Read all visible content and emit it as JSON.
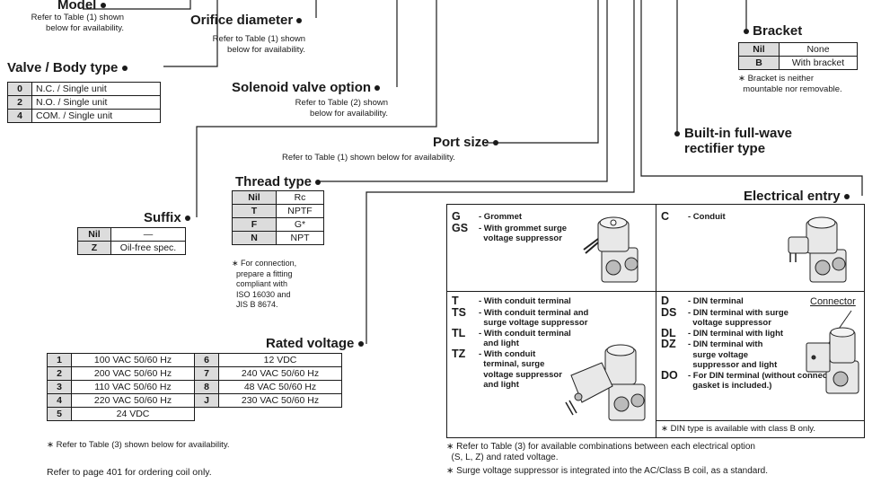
{
  "model": {
    "title": "Model",
    "note": "Refer to Table (1) shown\nbelow for availability."
  },
  "orifice": {
    "title": "Orifice diameter",
    "note": "Refer to Table (1) shown\nbelow for availability."
  },
  "valve_body": {
    "title": "Valve / Body type",
    "rows": [
      [
        "0",
        "N.C. / Single unit"
      ],
      [
        "2",
        "N.O. / Single unit"
      ],
      [
        "4",
        "COM. / Single unit"
      ]
    ]
  },
  "solenoid": {
    "title": "Solenoid valve option",
    "note": "Refer to Table (2) shown\nbelow for availability."
  },
  "port_size": {
    "title": "Port size",
    "note": "Refer to Table (1) shown below for availability."
  },
  "suffix": {
    "title": "Suffix",
    "rows": [
      [
        "Nil",
        "—"
      ],
      [
        "Z",
        "Oil-free spec."
      ]
    ]
  },
  "thread": {
    "title": "Thread type",
    "rows": [
      [
        "Nil",
        "Rc"
      ],
      [
        "T",
        "NPTF"
      ],
      [
        "F",
        "G*"
      ],
      [
        "N",
        "NPT"
      ]
    ],
    "note": "∗ For connection,\n  prepare a fitting\n  compliant with\n  ISO 16030 and\n  JIS B 8674."
  },
  "bracket": {
    "title": "Bracket",
    "rows": [
      [
        "Nil",
        "None"
      ],
      [
        "B",
        "With bracket"
      ]
    ],
    "note": "∗ Bracket is neither\n  mountable nor removable."
  },
  "rectifier": {
    "title": "Built-in full-wave\nrectifier type"
  },
  "electrical": {
    "title": "Electrical entry",
    "cell_a": [
      {
        "code": "G",
        "label": "- Grommet"
      },
      {
        "code": "GS",
        "label": "- With grommet surge\n  voltage suppressor"
      }
    ],
    "cell_b": [
      {
        "code": "C",
        "label": "- Conduit"
      }
    ],
    "cell_c": [
      {
        "code": "T",
        "label": "- With conduit terminal"
      },
      {
        "code": "TS",
        "label": "- With conduit terminal and\n  surge voltage suppressor"
      },
      {
        "code": "TL",
        "label": "- With conduit terminal\n  and light"
      },
      {
        "code": "TZ",
        "label": "- With conduit\n  terminal, surge\n  voltage suppressor\n  and light"
      }
    ],
    "cell_d": [
      {
        "code": "D",
        "label": "- DIN terminal"
      },
      {
        "code": "DS",
        "label": "- DIN terminal with surge\n  voltage suppressor"
      },
      {
        "code": "DL",
        "label": "- DIN terminal with light"
      },
      {
        "code": "DZ",
        "label": "- DIN terminal with\n  surge voltage\n  suppressor and light"
      },
      {
        "code": "DO",
        "label": "- For DIN terminal (without connector,\n  gasket is included.)"
      }
    ],
    "connector": "Connector",
    "din_note": "∗ DIN type is available with class B only."
  },
  "rated_voltage": {
    "title": "Rated voltage",
    "rows": [
      [
        "1",
        "100 VAC 50/60 Hz",
        "6",
        "12 VDC"
      ],
      [
        "2",
        "200 VAC 50/60 Hz",
        "7",
        "240 VAC 50/60 Hz"
      ],
      [
        "3",
        "110 VAC 50/60 Hz",
        "8",
        "48 VAC 50/60 Hz"
      ],
      [
        "4",
        "220 VAC 50/60 Hz",
        "J",
        "230 VAC 50/60 Hz"
      ],
      [
        "5",
        "24 VDC",
        "",
        ""
      ]
    ],
    "note": "∗ Refer to Table (3) shown below for availability."
  },
  "coil_note": "Refer to page 401 for ordering coil only.",
  "footnotes": [
    "∗ Refer to Table (3) for available combinations between each electrical option\n  (S, L, Z) and rated voltage.",
    "∗ Surge voltage suppressor is integrated into the AC/Class B coil, as a standard."
  ]
}
